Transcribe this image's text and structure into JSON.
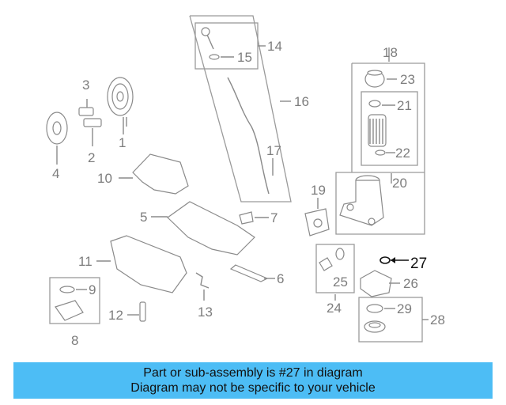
{
  "callouts": {
    "n1": "1",
    "n2": "2",
    "n3": "3",
    "n4": "4",
    "n5": "5",
    "n6": "6",
    "n7": "7",
    "n8": "8",
    "n9": "9",
    "n10": "10",
    "n11": "11",
    "n12": "12",
    "n13": "13",
    "n14": "14",
    "n15": "15",
    "n16": "16",
    "n17": "17",
    "n18": "18",
    "n19": "19",
    "n20": "20",
    "n21": "21",
    "n22": "22",
    "n23": "23",
    "n24": "24",
    "n25": "25",
    "n26": "26",
    "n27": "27",
    "n28": "28",
    "n29": "29"
  },
  "caption": {
    "line1": "Part or sub-assembly is #27 in diagram",
    "line2": "Diagram may not be specific to your vehicle"
  },
  "colors": {
    "caption_bg": "#4dbdf5",
    "line": "#8a8a8a",
    "highlight": "#111111"
  }
}
